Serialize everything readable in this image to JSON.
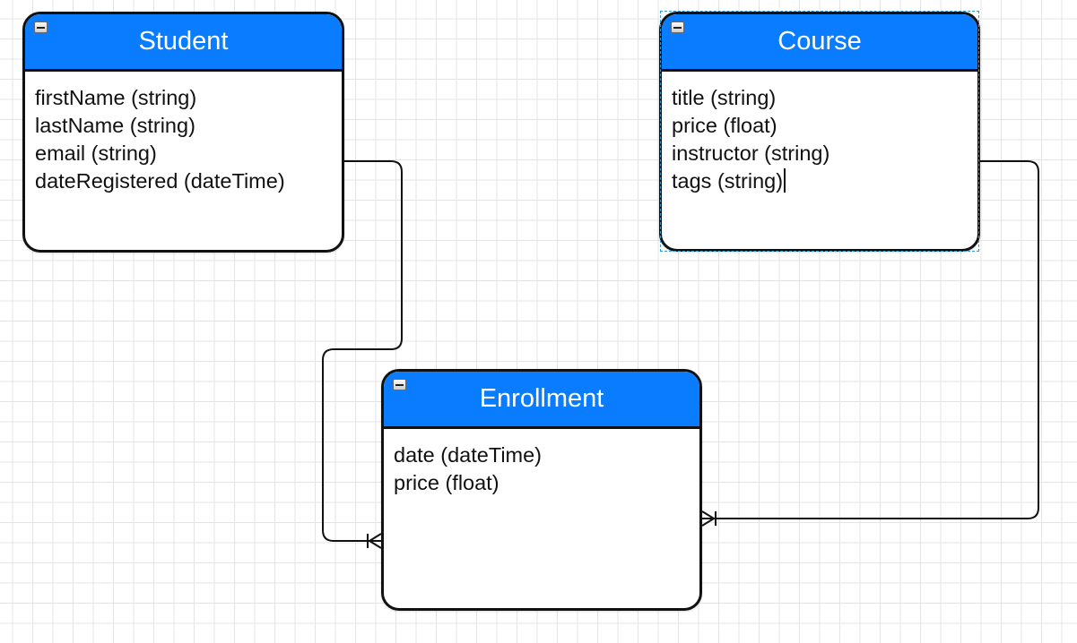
{
  "entities": {
    "student": {
      "title": "Student",
      "fields": [
        "firstName (string)",
        "lastName (string)",
        "email (string)",
        "dateRegistered (dateTime)"
      ]
    },
    "course": {
      "title": "Course",
      "fields": [
        "title (string)",
        "price (float)",
        "instructor (string)",
        "tags (string)"
      ]
    },
    "enrollment": {
      "title": "Enrollment",
      "fields": [
        "date (dateTime)",
        "price (float)"
      ]
    }
  },
  "relationships": [
    {
      "from": "student",
      "to": "enrollment",
      "to_end": "one-or-many"
    },
    {
      "from": "course",
      "to": "enrollment",
      "to_end": "one-or-many"
    }
  ],
  "colors": {
    "header": "#0a7cff",
    "border": "#111111",
    "grid": "#e4e4e4",
    "selection": "#2b9cd8"
  },
  "selected_entity": "course"
}
